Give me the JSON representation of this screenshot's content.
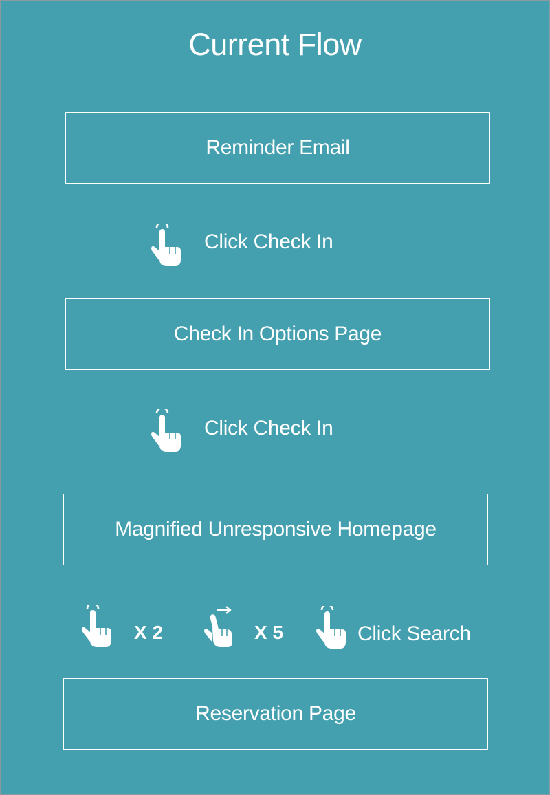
{
  "diagram": {
    "title": "Current Flow",
    "boxes": [
      {
        "label": "Reminder Email"
      },
      {
        "label": "Check In Options Page"
      },
      {
        "label": "Magnified Unresponsive Homepage"
      },
      {
        "label": "Reservation Page"
      }
    ],
    "steps": [
      {
        "label": "Click Check In",
        "icon": "tap-hand-icon"
      },
      {
        "label": "Click Check In",
        "icon": "tap-hand-icon"
      }
    ],
    "gestures": [
      {
        "icon": "tap-hand-icon",
        "multiplier": "X 2"
      },
      {
        "icon": "swipe-hand-icon",
        "multiplier": "X 5"
      },
      {
        "icon": "tap-hand-icon",
        "label": "Click Search"
      }
    ]
  },
  "colors": {
    "background": "#449fae",
    "foreground": "#ffffff"
  }
}
